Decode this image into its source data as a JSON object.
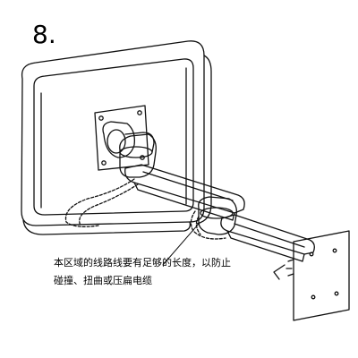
{
  "step": {
    "number": "8."
  },
  "note": {
    "line1": "本区域的线路线要有足够的长度，以防止",
    "line2": "碰撞、扭曲或压扁电缆"
  }
}
